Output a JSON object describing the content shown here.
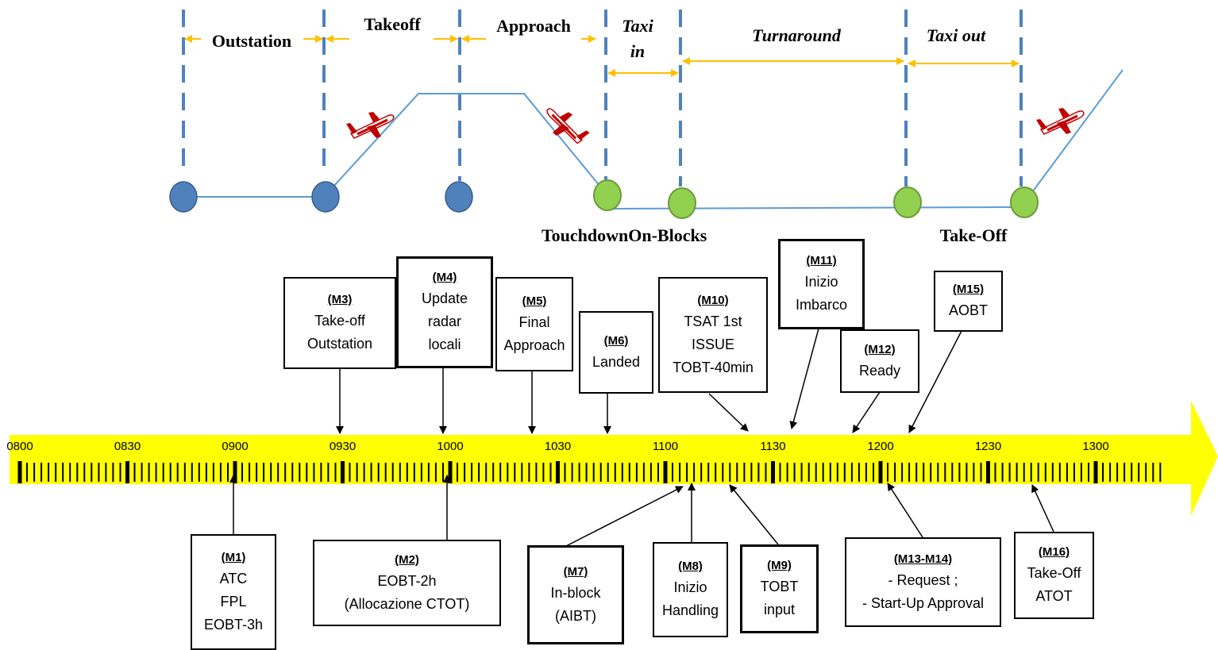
{
  "phases": [
    "Outstation",
    "Takeoff",
    "Approach",
    "Taxi",
    "in",
    "Turnaround",
    "Taxi out"
  ],
  "events": {
    "touchdown": "Touchdown",
    "on_blocks": "On-Blocks",
    "take_off": "Take-Off"
  },
  "timeline": {
    "labels": [
      "0800",
      "0830",
      "0900",
      "0930",
      "1000",
      "1030",
      "1100",
      "1130",
      "1200",
      "1230",
      "1300"
    ],
    "axis_color": "#ffff00",
    "dot_blue": "#4f81bd",
    "dot_green": "#92d050",
    "phase_line": "#5b9bd5",
    "phase_arrow": "#ffc000"
  },
  "milestones": {
    "m1": {
      "code": "(M1)",
      "lines": [
        "ATC",
        "FPL",
        "EOBT-3h"
      ]
    },
    "m2": {
      "code": "(M2)",
      "lines": [
        "EOBT-2h",
        "(Allocazione CTOT)"
      ]
    },
    "m3": {
      "code": "(M3)",
      "lines": [
        "Take-off",
        "Outstation"
      ]
    },
    "m4": {
      "code": "(M4)",
      "lines": [
        "Update",
        "radar",
        "locali"
      ]
    },
    "m5": {
      "code": "(M5)",
      "lines": [
        "Final",
        "Approach"
      ]
    },
    "m6": {
      "code": "(M6)",
      "lines": [
        "Landed"
      ]
    },
    "m7": {
      "code": "(M7)",
      "lines": [
        "In-block",
        "(AIBT)"
      ]
    },
    "m8": {
      "code": "(M8)",
      "lines": [
        "Inizio",
        "Handling"
      ]
    },
    "m9": {
      "code": "(M9)",
      "lines": [
        "TOBT",
        "input"
      ]
    },
    "m10": {
      "code": "(M10)",
      "lines": [
        "TSAT 1st",
        "ISSUE",
        "TOBT-40min"
      ]
    },
    "m11": {
      "code": "(M11)",
      "lines": [
        "Inizio",
        "Imbarco"
      ]
    },
    "m12": {
      "code": "(M12)",
      "lines": [
        "Ready"
      ]
    },
    "m13": {
      "code": "(M13-M14)",
      "lines": [
        "- Request ;",
        "- Start-Up Approval"
      ]
    },
    "m15": {
      "code": "(M15)",
      "lines": [
        "AOBT"
      ]
    },
    "m16": {
      "code": "(M16)",
      "lines": [
        "Take-Off",
        "ATOT"
      ]
    }
  }
}
